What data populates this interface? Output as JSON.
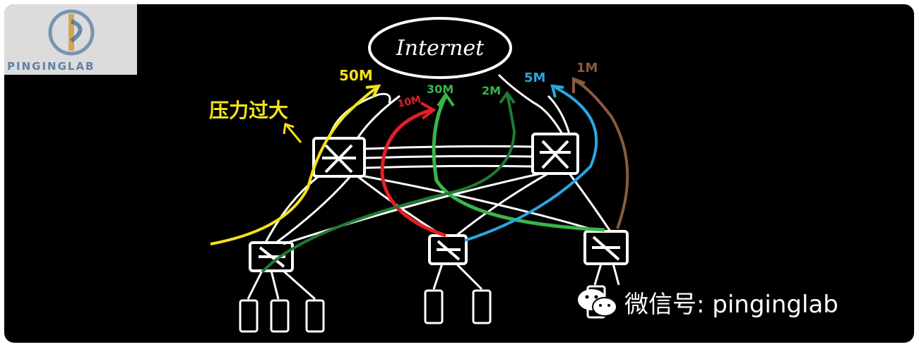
{
  "logo": {
    "text": "PINGINGLAB"
  },
  "cloud": {
    "label": "Internet"
  },
  "labels": {
    "pressure": "压力过大",
    "bw_50m": "50M",
    "bw_10m": "10M",
    "bw_30m": "30M",
    "bw_2m": "2M",
    "bw_5m": "5M",
    "bw_1m": "1M"
  },
  "colors": {
    "background": "#000000",
    "line": "#ffffff",
    "yellow": "#f2e21b",
    "red": "#e21f26",
    "green": "#39b54a",
    "dark_green": "#1f7a35",
    "blue": "#29a8e0",
    "brown": "#8b5a3c"
  },
  "watermark": {
    "text": "微信号: pinginglab"
  }
}
